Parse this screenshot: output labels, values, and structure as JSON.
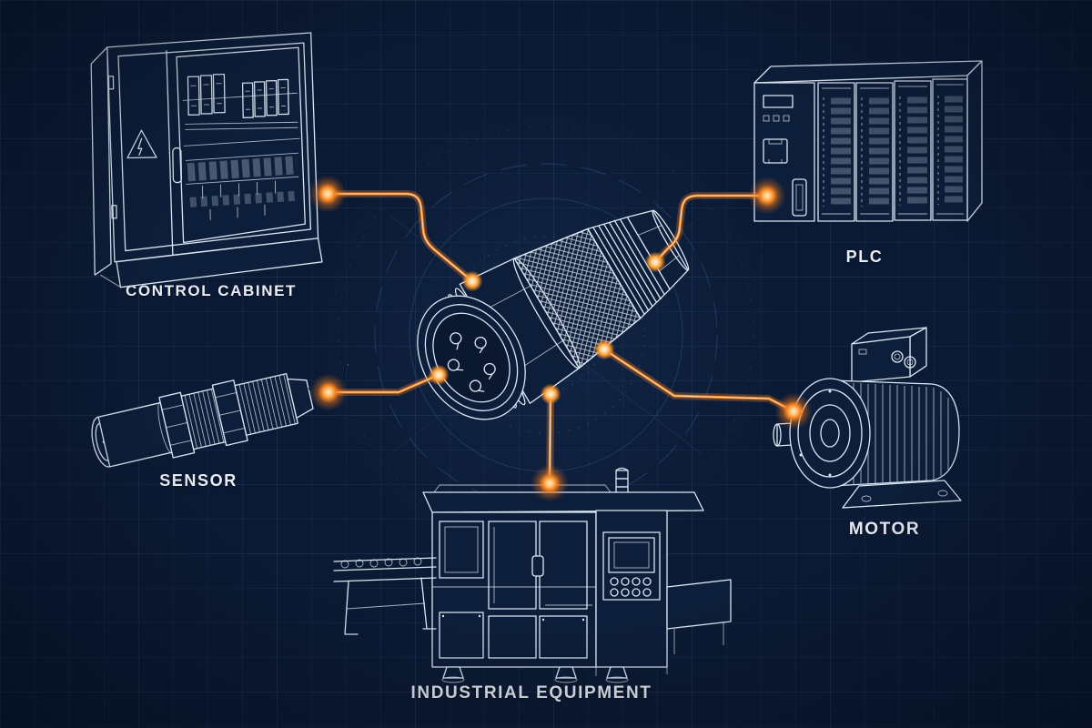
{
  "diagram": {
    "title": "Industrial connector system diagram",
    "center_component": {
      "id": "connector",
      "name": "circular industrial connector"
    },
    "nodes": [
      {
        "id": "control-cabinet",
        "label": "CONTROL CABINET"
      },
      {
        "id": "plc",
        "label": "PLC"
      },
      {
        "id": "sensor",
        "label": "SENSOR"
      },
      {
        "id": "motor",
        "label": "MOTOR"
      },
      {
        "id": "industrial-equipment",
        "label": "INDUSTRIAL EQUIPMENT"
      }
    ],
    "connections": [
      {
        "from": "control-cabinet",
        "to": "connector"
      },
      {
        "from": "plc",
        "to": "connector"
      },
      {
        "from": "sensor",
        "to": "connector"
      },
      {
        "from": "connector",
        "to": "motor"
      },
      {
        "from": "connector",
        "to": "industrial-equipment"
      }
    ],
    "colors": {
      "background": "#0b1a34",
      "grid_line": "#1d3a60",
      "line_art": "#dde7f3",
      "accent_orange": "#f08124",
      "node_core": "#ffe9c4",
      "radar_ring": "#4a6f9e",
      "label_text": "#e9eef6"
    }
  }
}
